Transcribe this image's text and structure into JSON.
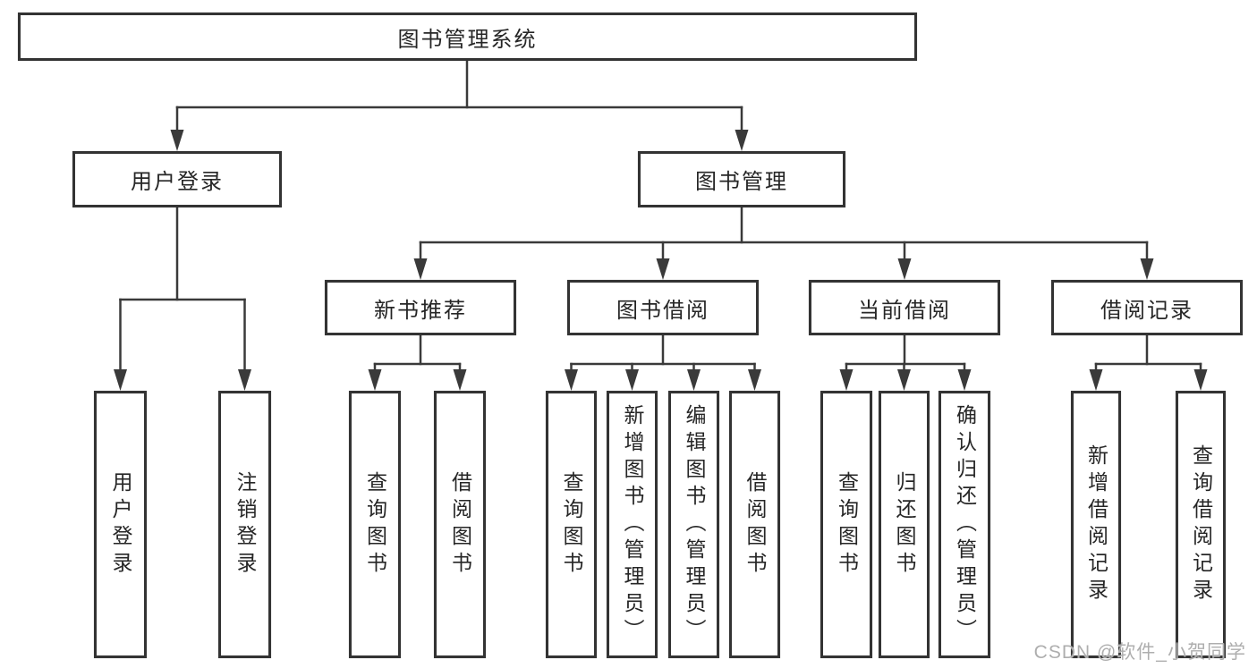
{
  "diagram": {
    "root": {
      "label": "图书管理系统"
    },
    "level2": [
      {
        "label": "用户登录"
      },
      {
        "label": "图书管理"
      }
    ],
    "level3": [
      {
        "label": "新书推荐"
      },
      {
        "label": "图书借阅"
      },
      {
        "label": "当前借阅"
      },
      {
        "label": "借阅记录"
      }
    ],
    "leaves": [
      {
        "label": "用户登录"
      },
      {
        "label": "注销登录"
      },
      {
        "label": "查询图书"
      },
      {
        "label": "借阅图书"
      },
      {
        "label": "查询图书"
      },
      {
        "label": "新增图书（管理员）"
      },
      {
        "label": "编辑图书（管理员）"
      },
      {
        "label": "借阅图书"
      },
      {
        "label": "查询图书"
      },
      {
        "label": "归还图书"
      },
      {
        "label": "确认归还（管理员）"
      },
      {
        "label": "新增借阅记录"
      },
      {
        "label": "查询借阅记录"
      }
    ],
    "watermark": "CSDN @软件_小贺同学",
    "colors": {
      "line": "#3a3a3a",
      "border": "#333333",
      "text": "#262626",
      "watermark": "#aaaaaa",
      "background": "#ffffff"
    }
  }
}
